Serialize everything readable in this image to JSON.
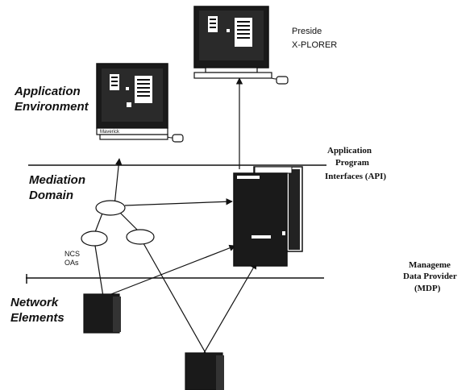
{
  "labels": {
    "preside": "Preside",
    "xplorer": "X-PLORER",
    "application": "Application",
    "environment": "Environment",
    "api_line1": "Application",
    "api_line2": "Program",
    "api_line3": "Interfaces (API)",
    "mediation": "Mediation",
    "domain": "Domain",
    "ncs": "NCS",
    "oas": "OAs",
    "mdp_line1": "Manageme",
    "mdp_line2": "Data Provider",
    "mdp_line3": "(MDP)",
    "network": "Network",
    "elements": "Elements",
    "workstation_keyboard": "Maverick"
  }
}
